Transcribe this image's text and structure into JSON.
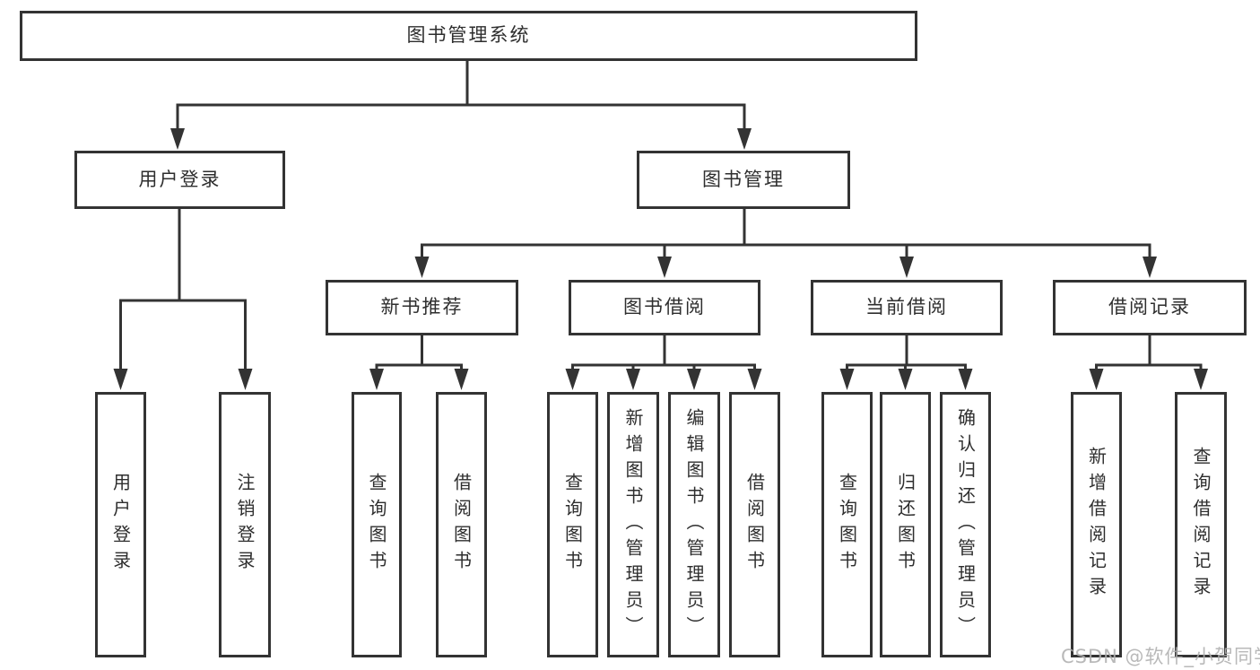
{
  "tree": {
    "label": "图书管理系统",
    "children": [
      {
        "label": "用户登录",
        "children": [
          {
            "label": "用户登录"
          },
          {
            "label": "注销登录"
          }
        ]
      },
      {
        "label": "图书管理",
        "children": [
          {
            "label": "新书推荐",
            "children": [
              {
                "label": "查询图书"
              },
              {
                "label": "借阅图书"
              }
            ]
          },
          {
            "label": "图书借阅",
            "children": [
              {
                "label": "查询图书"
              },
              {
                "label": "新增图书（管理员）"
              },
              {
                "label": "编辑图书（管理员）"
              },
              {
                "label": "借阅图书"
              }
            ]
          },
          {
            "label": "当前借阅",
            "children": [
              {
                "label": "查询图书"
              },
              {
                "label": "归还图书"
              },
              {
                "label": "确认归还（管理员）"
              }
            ]
          },
          {
            "label": "借阅记录",
            "children": [
              {
                "label": "新增借阅记录"
              },
              {
                "label": "查询借阅记录"
              }
            ]
          }
        ]
      }
    ]
  },
  "watermark": {
    "text": "CSDN @软件_小贺同学"
  },
  "colors": {
    "line": "#333333",
    "text": "#2e2e2e",
    "watermark": "#b0b0b0",
    "background": "#ffffff"
  }
}
